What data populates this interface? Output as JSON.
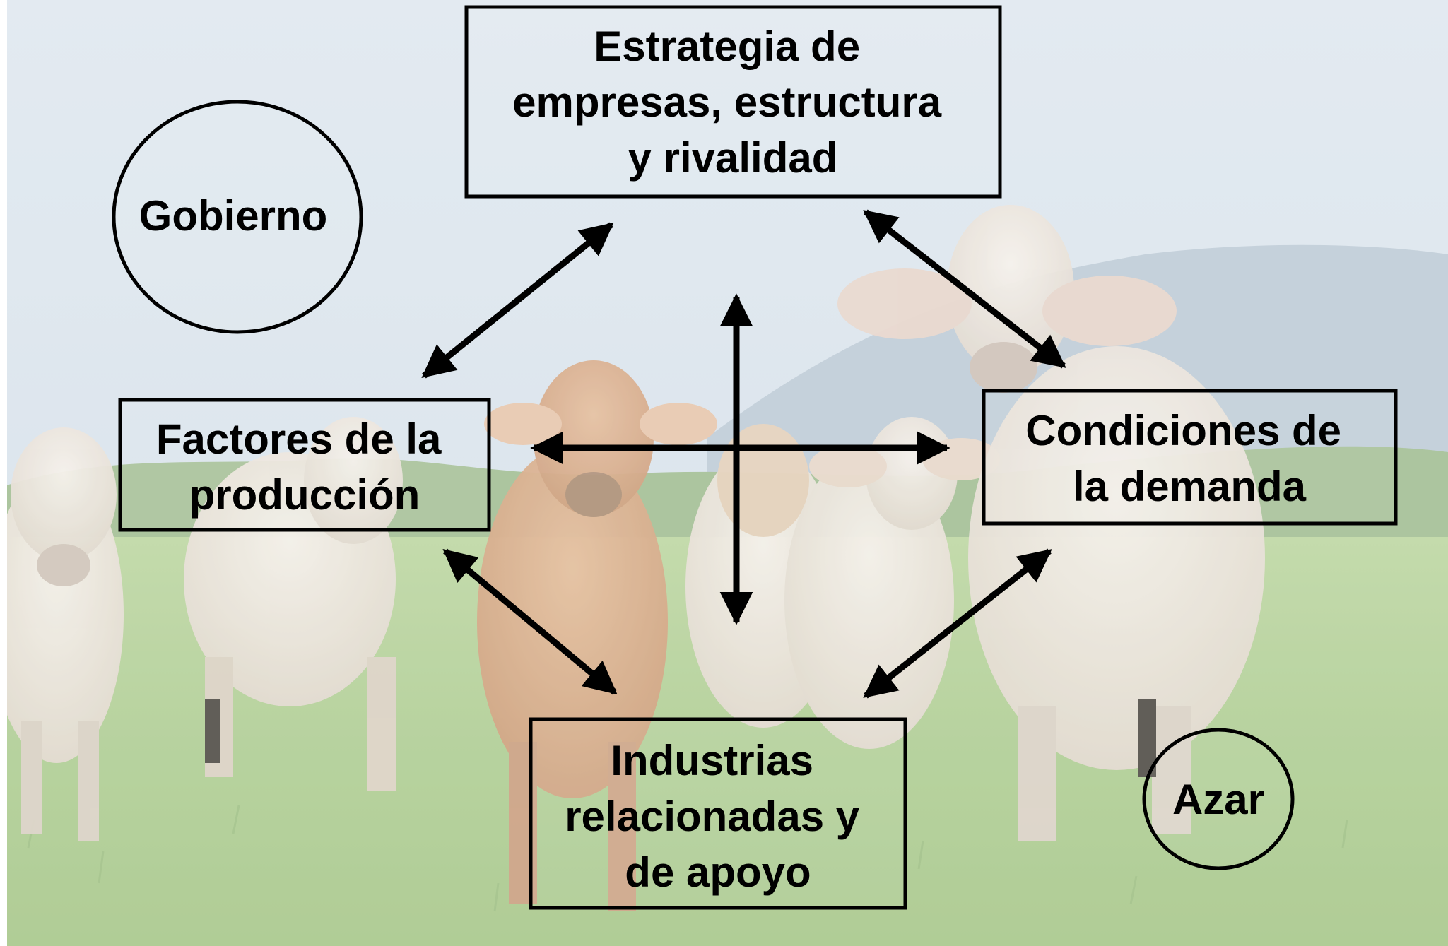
{
  "diagram": {
    "colors": {
      "stroke": "#000000",
      "text": "#000000",
      "box_fill": "rgba(255,255,255,0.05)"
    },
    "background": {
      "subject": "herd of white and brown cattle in a green pasture with hills and sky",
      "icon": "cattle-photo-background"
    },
    "nodes": {
      "strategy": {
        "lines": [
          "Estrategia de",
          "empresas, estructura",
          "y rivalidad"
        ]
      },
      "factors": {
        "lines": [
          "Factores de la",
          "producción"
        ]
      },
      "demand": {
        "lines": [
          "Condiciones de",
          "la demanda"
        ]
      },
      "industries": {
        "lines": [
          "Industrias",
          "relacionadas y",
          "de apoyo"
        ]
      },
      "government": {
        "lines": [
          "Gobierno"
        ]
      },
      "chance": {
        "lines": [
          "Azar"
        ]
      }
    },
    "edges": [
      {
        "from": "factors",
        "to": "strategy",
        "type": "bidirectional"
      },
      {
        "from": "strategy",
        "to": "demand",
        "type": "bidirectional"
      },
      {
        "from": "factors",
        "to": "industries",
        "type": "bidirectional"
      },
      {
        "from": "industries",
        "to": "demand",
        "type": "bidirectional"
      },
      {
        "from": "factors",
        "to": "demand",
        "type": "bidirectional"
      },
      {
        "from": "strategy",
        "to": "industries",
        "type": "bidirectional"
      }
    ]
  }
}
